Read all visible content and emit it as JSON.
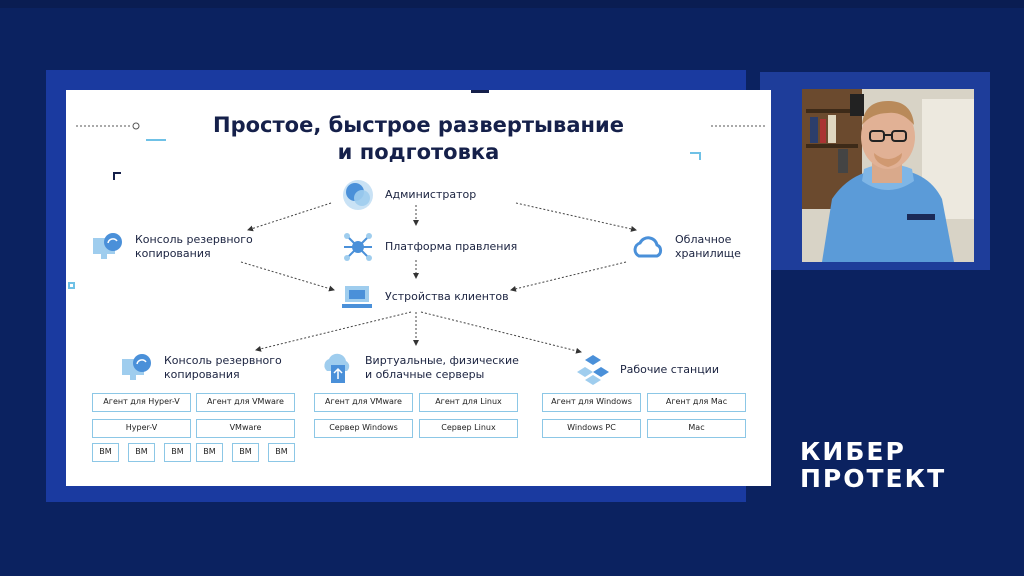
{
  "slide": {
    "title_line1": "Простое, быстрое развертывание",
    "title_line2": "и подготовка",
    "nodes": {
      "admin": "Администратор",
      "backup_console_top_l1": "Консоль резервного",
      "backup_console_top_l2": "копирования",
      "platform": "Платформа правления",
      "cloud_l1": "Облачное",
      "cloud_l2": "хранилище",
      "client_devices": "Устройства клиентов",
      "backup_console_bottom_l1": "Консоль резервного",
      "backup_console_bottom_l2": "копирования",
      "servers_l1": "Виртуальные, физические",
      "servers_l2": "и облачные серверы",
      "workstations": "Рабочие станции"
    },
    "boxes": {
      "agent_hyperv": "Агент для Hyper-V",
      "agent_vmware_1": "Агент для VMware",
      "hyperv": "Hyper-V",
      "vmware": "VMware",
      "vm": "ВМ",
      "agent_vmware_2": "Агент для VMware",
      "agent_linux": "Агент для Linux",
      "server_windows": "Сервер Windows",
      "server_linux": "Сервер Linux",
      "agent_windows": "Агент для Windows",
      "agent_mac": "Агент для Mac",
      "windows_pc": "Windows PC",
      "mac": "Mac"
    }
  },
  "brand": {
    "logo_line1": "КИБЕР",
    "logo_line2": "ПРОТЕКТ"
  },
  "colors": {
    "background": "#0b2260",
    "accent_blue": "#1a3aa0",
    "box_border": "#8cc7e6",
    "icon_blue": "#4a90d9"
  }
}
